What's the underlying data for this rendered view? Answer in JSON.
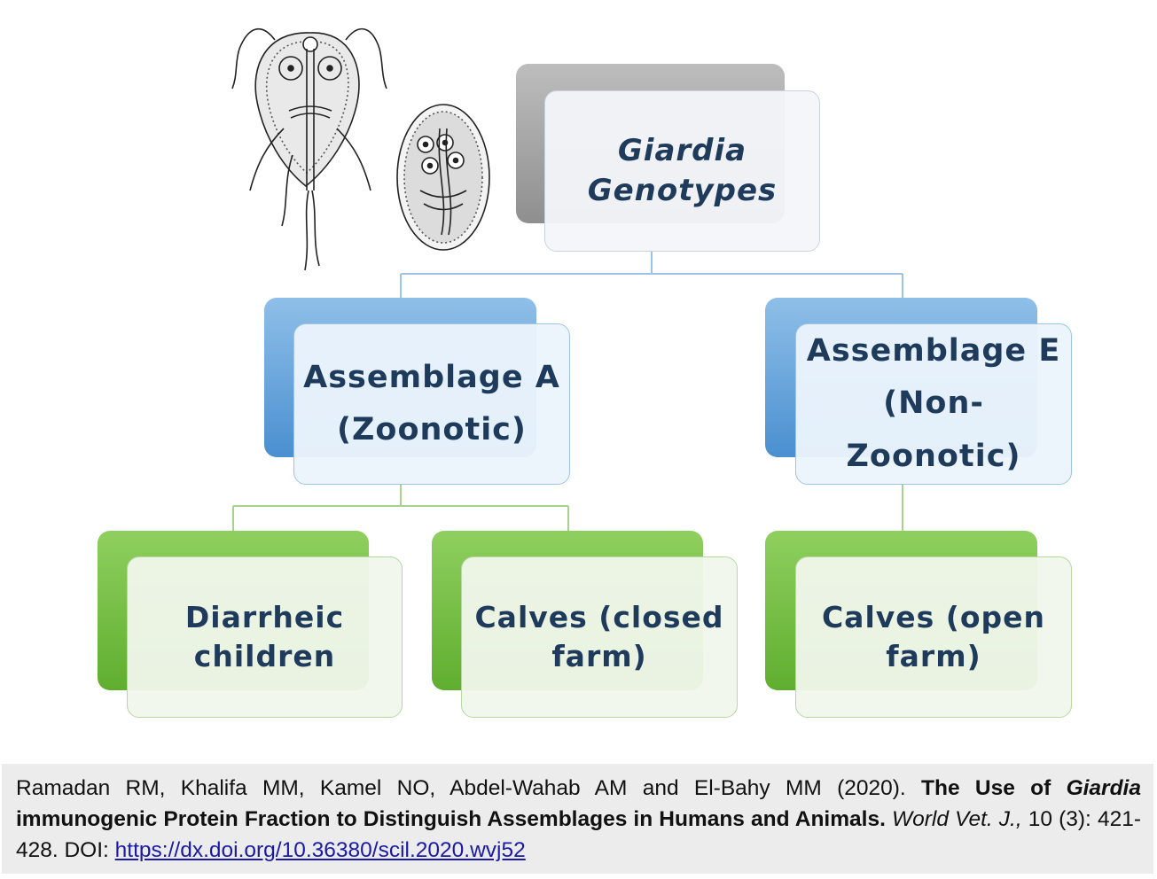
{
  "diagram": {
    "root": {
      "label": "Giardia\nGenotypes"
    },
    "assemblage_a": {
      "label": "Assemblage  A\n(Zoonotic)"
    },
    "assemblage_e": {
      "label": "Assemblage  E\n(Non-Zoonotic)"
    },
    "leaf_children": {
      "label": "Diarrheic\nchildren"
    },
    "leaf_closed": {
      "label": "Calves  (closed\nfarm)"
    },
    "leaf_open": {
      "label": "Calves  (open\nfarm)"
    },
    "illustrations": {
      "trophozoite": "giardia-trophozoite-icon",
      "cyst": "giardia-cyst-icon"
    },
    "colors": {
      "root": "#9e9e9e",
      "assemblage": "#5b9bd5",
      "leaf": "#70ad47",
      "connector_blue": "#9dc3e6",
      "connector_green": "#a9d18e",
      "text": "#1f3b5c"
    }
  },
  "citation": {
    "authors": "Ramadan RM, Khalifa MM, Kamel NO, Abdel-Wahab AM and El-Bahy MM (2020). ",
    "title_pre": "The Use of ",
    "title_italic": "Giardia",
    "title_post": " immunogenic Protein Fraction to Distinguish Assemblages in Humans and Animals.",
    "journal": "World Vet. J.,",
    "volume": " 10 (3): 421-428. DOI: ",
    "doi": "https://dx.doi.org/10.36380/scil.2020.wvj52"
  }
}
